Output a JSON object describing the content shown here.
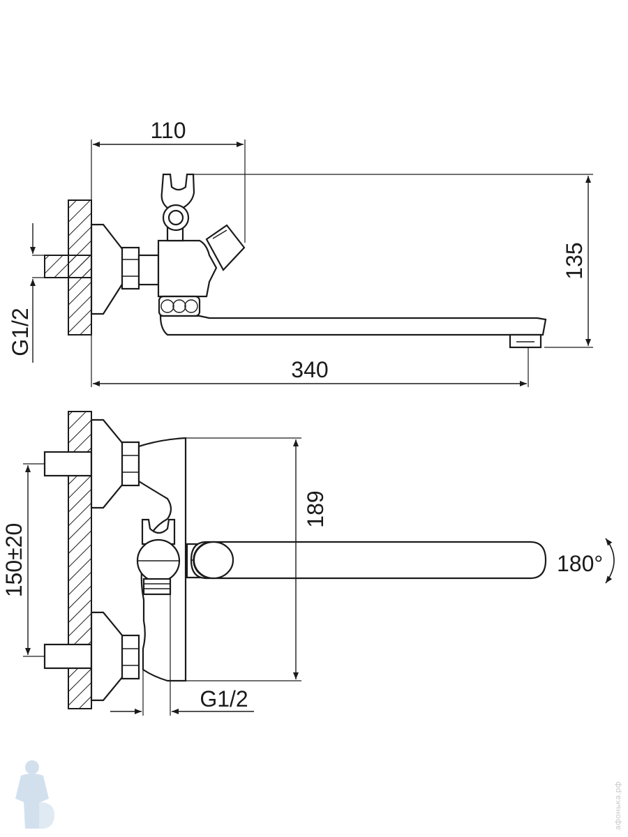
{
  "drawing": {
    "side_view": {
      "dim_110": "110",
      "dim_135": "135",
      "dim_340": "340",
      "dim_g12": "G1/2"
    },
    "top_view": {
      "dim_189": "189",
      "dim_150": "150±20",
      "dim_g12": "G1/2",
      "rotation": "180°"
    },
    "watermark": {
      "text": "афонька.рф",
      "logo_icon": "plumber-mascot-icon"
    }
  }
}
